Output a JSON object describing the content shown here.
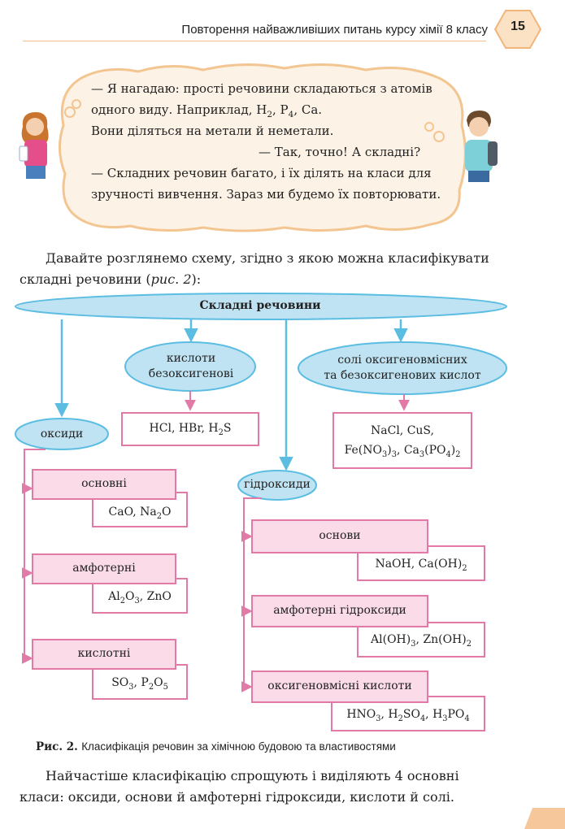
{
  "header": {
    "title": "Повторення найважливіших питань курсу хімії 8 класу",
    "page_number": "15"
  },
  "dialogue": {
    "line1": "— Я нагадаю: прості речовини складаються з атомів",
    "line2_pre": "одного виду. Наприклад, H",
    "line2_sub1": "2",
    "line2_mid1": ", P",
    "line2_sub2": "4",
    "line2_post": ", Ca.",
    "line3": "Вони діляться на метали й неметали.",
    "line4": "— Так, точно! А складні?",
    "line5": "— Складних речовин багато, і їх ділять на класи для",
    "line6": "зручності вивчення. Зараз ми будемо їх повторювати."
  },
  "intro": {
    "line1": "Давайте розглянемо схему, згідно з якою можна класифікувати",
    "line2_pre": "складні речовини (",
    "line2_ref": "рис. 2",
    "line2_post": "):"
  },
  "diagram": {
    "root": "Складні речовини",
    "acids_node": [
      "кислоти",
      "безоксигенові"
    ],
    "acids_examples": [
      [
        "HCl, HBr, H",
        "2",
        "S"
      ]
    ],
    "salts_node": [
      "солі оксигеновмісних",
      "та безоксигенових кислот"
    ],
    "salts_ex_line1": "NaCl, CuS,",
    "salts_ex_line2": [
      "Fe(NO",
      "3",
      ")",
      "3",
      ", Ca",
      "3",
      "(PO",
      "4",
      ")",
      "2"
    ],
    "oxides_node": "оксиди",
    "oxides": [
      {
        "label": "основні",
        "ex": [
          "CaO, Na",
          "2",
          "O"
        ]
      },
      {
        "label": "амфотерні",
        "ex": [
          "Al",
          "2",
          "O",
          "3",
          ", ZnO"
        ]
      },
      {
        "label": "кислотні",
        "ex": [
          "SO",
          "3",
          ", P",
          "2",
          "O",
          "5"
        ]
      }
    ],
    "hydroxides_node": "гідроксиди",
    "hydroxides": [
      {
        "label": "основи",
        "ex": [
          "NaOH, Ca(OH)",
          "2"
        ]
      },
      {
        "label": "амфотерні гідроксиди",
        "ex": [
          "Al(OH)",
          "3",
          ", Zn(OH)",
          "2"
        ]
      },
      {
        "label": "оксигеновмісні кислоти",
        "ex": [
          "HNO",
          "3",
          ", H",
          "2",
          "SO",
          "4",
          ", H",
          "3",
          "PO",
          "4"
        ]
      }
    ],
    "colors": {
      "blue_fill": "#bfe3f3",
      "blue_line": "#5bbde2",
      "pink_fill": "#fbdbe8",
      "pink_line": "#e27aa8"
    }
  },
  "caption": {
    "label": "Рис. 2.",
    "text": "Класифікація речовин за хімічною будовою та властивостями"
  },
  "conclusion": {
    "line1": "Найчастіше класифікацію спрощують і виділяють 4 основні",
    "line2": "класи: оксиди, основи й амфотерні гідроксиди, кислоти й солі."
  }
}
